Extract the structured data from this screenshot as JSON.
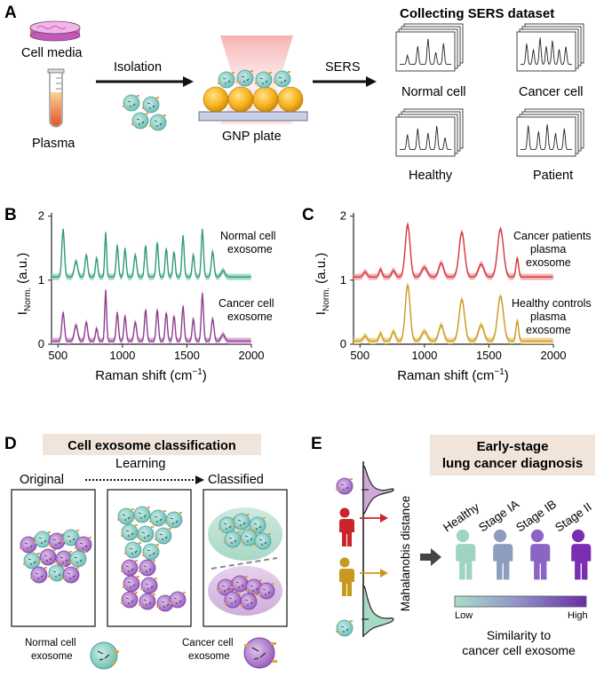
{
  "panel_a": {
    "letter": "A",
    "cell_media": "Cell media",
    "plasma": "Plasma",
    "isolation": "Isolation",
    "sers": "SERS",
    "gnp_plate": "GNP plate",
    "dataset_title": "Collecting SERS dataset",
    "spectra_labels": [
      "Normal cell",
      "Cancer cell",
      "Healthy",
      "Patient"
    ]
  },
  "panel_b": {
    "letter": "B",
    "ylabel_main": "I",
    "ylabel_sub": "Norm.",
    "ylabel_unit": "(a.u.)",
    "xlabel": "Raman shift (cm",
    "xlabel_sup": "−1",
    "xlabel_end": ")",
    "xticks": [
      "500",
      "1000",
      "1500",
      "2000"
    ],
    "yticks": [
      "0",
      "1",
      "2"
    ],
    "series": [
      {
        "name_line1": "Normal cell",
        "name_line2": "exosome",
        "color": "#2e9a78",
        "band": "#8fd1b9"
      },
      {
        "name_line1": "Cancer cell",
        "name_line2": "exosome",
        "color": "#8e3e8e",
        "band": "#d0a0d0"
      }
    ]
  },
  "panel_c": {
    "letter": "C",
    "ylabel_main": "I",
    "ylabel_sub": "Norm.",
    "ylabel_unit": "(a.u.)",
    "xlabel": "Raman shift (cm",
    "xlabel_sup": "−1",
    "xlabel_end": ")",
    "xticks": [
      "500",
      "1000",
      "1500",
      "2000"
    ],
    "yticks": [
      "0",
      "1",
      "2"
    ],
    "series": [
      {
        "name_line1": "Cancer patients",
        "name_line2": "plasma",
        "name_line3": "exosome",
        "color": "#d3343a",
        "band": "#f0a3a6"
      },
      {
        "name_line1": "Healthy controls",
        "name_line2": "plasma",
        "name_line3": "exosome",
        "color": "#c9991e",
        "band": "#f0d28a"
      }
    ]
  },
  "panel_d": {
    "letter": "D",
    "title": "Cell exosome classification",
    "original": "Original",
    "learning": "Learning",
    "classified": "Classified",
    "normal_line1": "Normal cell",
    "normal_line2": "exosome",
    "cancer_line1": "Cancer cell",
    "cancer_line2": "exosome"
  },
  "panel_e": {
    "letter": "E",
    "title_line1": "Early-stage",
    "title_line2": "lung cancer diagnosis",
    "axis_label": "Mahalanobis distance",
    "stages": [
      "Healthy",
      "Stage IA",
      "Stage IB",
      "Stage II"
    ],
    "stage_colors": [
      "#9fd4c2",
      "#8e9dbe",
      "#8a65c4",
      "#7a2fb0"
    ],
    "low": "Low",
    "high": "High",
    "sim_line1": "Similarity to",
    "sim_line2": "cancer cell exosome"
  }
}
